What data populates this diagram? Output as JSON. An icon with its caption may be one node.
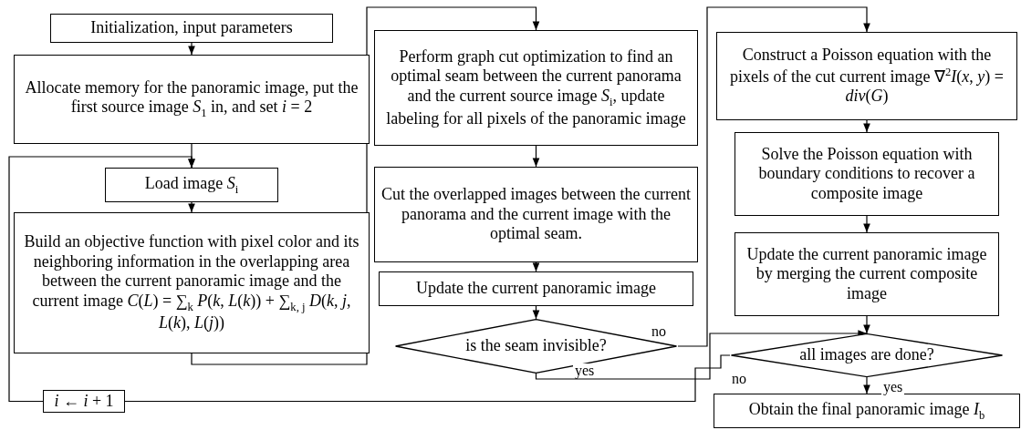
{
  "diagram": {
    "nodes": [
      {
        "text": [
          "Initialization, input parameters"
        ]
      },
      {
        "text": [
          "Allocate memory for the panoramic image, put the first source image *S*$_{1}$ in, and set *i* = 2"
        ]
      },
      {
        "text": [
          "Load image *S*$_{i}$"
        ]
      },
      {
        "text": [
          "Build an objective function with pixel color and its neighboring information in the overlapping area between the current panoramic image and the current image *C*(*L*) = ∑$_{k}$ *P*(*k*, *L*(*k*)) + ∑$_{k, j}$ *D*(*k*, *j*, *L*(*k*), *L*(*j*))"
        ]
      },
      {
        "text": [
          "Perform graph cut optimization to find an optimal seam between the current panorama and the current source image *S*$_{i}$, update labeling for all pixels of the panoramic image"
        ]
      },
      {
        "text": [
          "Cut the overlapped images between the current panorama and the current image with the optimal seam."
        ]
      },
      {
        "text": [
          "Update the current panoramic image"
        ]
      },
      {
        "text": [
          "is the seam invisible?"
        ]
      },
      {
        "text": [
          "Construct a Poisson equation with the pixels of the cut current image ∇$^{2}$*I*(*x*, *y*) = *div*(*G*)"
        ]
      },
      {
        "text": [
          "Solve the Poisson equation with boundary conditions to recover a composite image"
        ]
      },
      {
        "text": [
          "Update the current panoramic image by merging the current composite image"
        ]
      },
      {
        "text": [
          "all images are done?"
        ]
      },
      {
        "text": [
          "Obtain the final panoramic image *I*$_{b}$"
        ]
      },
      {
        "text": [
          "*i* ← *i* + 1"
        ]
      }
    ],
    "edges": [
      {
        "from": 0,
        "to": 1,
        "arrow": "to"
      },
      {
        "from": 1,
        "to": 2,
        "arrow": "to"
      },
      {
        "from": 2,
        "to": 3,
        "arrow": "to"
      },
      {
        "from": 3,
        "to": 4,
        "arrow": "to"
      },
      {
        "from": 4,
        "to": 5,
        "arrow": "to"
      },
      {
        "from": 5,
        "to": 6,
        "arrow": "to"
      },
      {
        "from": 6,
        "to": 7,
        "arrow": "to"
      },
      {
        "from": 7,
        "to": 8,
        "label": "no",
        "arrow": "to"
      },
      {
        "from": 7,
        "to": 11,
        "label": "yes",
        "arrow": "to"
      },
      {
        "from": 8,
        "to": 9,
        "arrow": "to"
      },
      {
        "from": 9,
        "to": 10,
        "arrow": "to"
      },
      {
        "from": 10,
        "to": 11,
        "arrow": "to"
      },
      {
        "from": 11,
        "to": 12,
        "label": "yes",
        "arrow": "to"
      },
      {
        "from": 11,
        "to": 13,
        "label": "no",
        "arrow": "none"
      },
      {
        "from": 13,
        "to": 2,
        "arrow": "to"
      }
    ]
  }
}
